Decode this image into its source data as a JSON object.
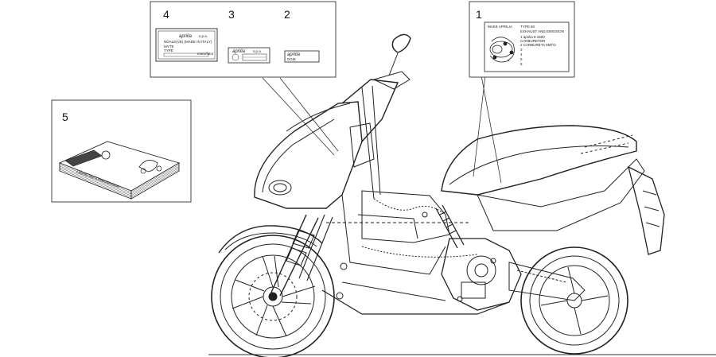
{
  "callouts": {
    "c1": "1",
    "c2": "2",
    "c3": "3",
    "c4": "4",
    "c5": "5"
  },
  "labels": {
    "l4_brand": "aprilia",
    "l4_brand_suffix": "s.p.a.",
    "l4_line1": "NOALE(VE) (MADE IN ITALY)",
    "l4_line2": "MYTE",
    "l4_type": "TYPE",
    "l4_stamp": "motorfotor",
    "l3_brand": "aprilia",
    "l3_suffix": "s.p.a.",
    "l2_brand": "aprilia",
    "l2_code": "DGM",
    "l1_header_left": "MAKE   APRILIA",
    "l1_header_right": "TYPE   60",
    "l1_header_line2": "EXHAUST   AND   EMISSION",
    "l1_item1": "1 aprilia 8 1500",
    "l1_item2": "CARBURETOR",
    "l1_item3": "2 CARBURETA 5MTO",
    "l1_item4": "3",
    "l1_item5": "4",
    "l1_item6": "5",
    "l1_item7": "6",
    "l5_title": "Libretto uso e manutenzione"
  },
  "icons": {
    "scooter": "scooter-line-drawing",
    "manual": "manual-booklet-icon"
  }
}
